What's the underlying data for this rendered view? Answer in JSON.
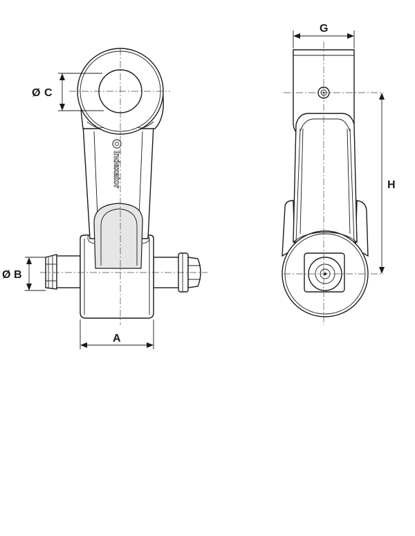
{
  "brand": {
    "logo_text": "Indexator"
  },
  "dimensions": {
    "a": "A",
    "b": "B",
    "c": "C",
    "g": "G",
    "h": "H",
    "diameter_symbol": "Ø"
  }
}
